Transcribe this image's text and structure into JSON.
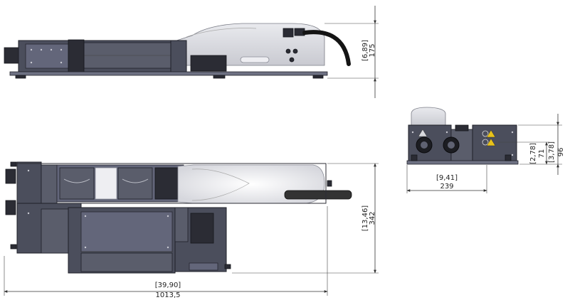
{
  "views": {
    "side": {
      "dims": {
        "height_in": "[6,89]",
        "height_mm": "175"
      }
    },
    "top": {
      "dims": {
        "width_in": "[13,46]",
        "width_mm": "342",
        "length_in": "[39,90]",
        "length_mm": "1013,5"
      }
    },
    "front": {
      "dims": {
        "width_in": "[9,41]",
        "width_mm": "239",
        "axis_in": "[2,78]",
        "axis_mm": "71",
        "height_in": "[3,78]",
        "height_mm": "96"
      }
    }
  },
  "colors": {
    "body": "#4b4e5c",
    "cover": "#dcdde2",
    "hose": "#141414",
    "line": "#333333",
    "warning": "#e8c21a"
  },
  "icons": [
    "warning-triangle-icon",
    "rotation-symbol-icon"
  ]
}
